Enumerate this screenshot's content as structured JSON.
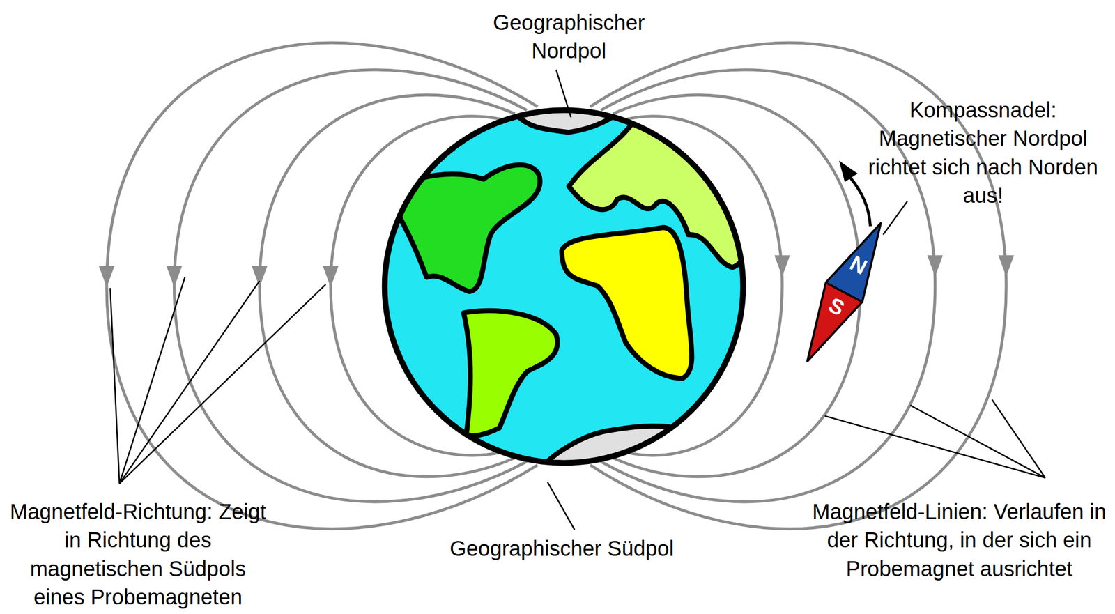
{
  "diagram": {
    "nodes": [
      {
        "text": [
          "N"
        ]
      },
      {
        "text": [
          "S"
        ]
      }
    ],
    "labels": [
      "Geographischer Nordpol",
      "Kompassnadel: Magnetischer Nordpol richtet sich nach Norden aus!",
      "Magnetfeld-Richtung: Zeigt in Richtung des magnetischen Südpols eines Probemagneten",
      "Geographischer Südpol",
      "Magnetfeld-Linien: Verlaufen in der Richtung, in der sich ein Probemagnet ausrichtet"
    ]
  }
}
